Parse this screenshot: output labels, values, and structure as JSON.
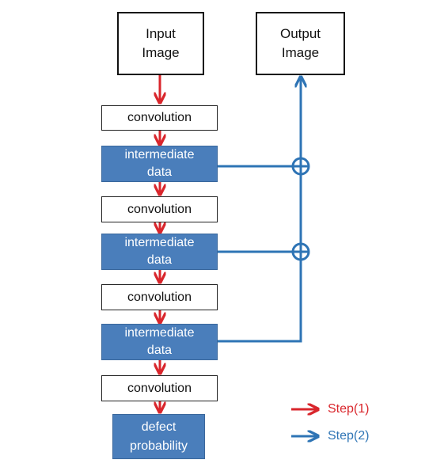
{
  "colors": {
    "step1": "#d9262c",
    "step2": "#2e74b5",
    "intermediate_fill": "#4a7ebb"
  },
  "nodes": {
    "input_image": [
      "Input",
      "Image"
    ],
    "output_image": [
      "Output",
      "Image"
    ],
    "convolution_1": "convolution",
    "intermediate_1": [
      "intermediate",
      "data"
    ],
    "convolution_2": "convolution",
    "intermediate_2": [
      "intermediate",
      "data"
    ],
    "convolution_3": "convolution",
    "intermediate_3": [
      "intermediate",
      "data"
    ],
    "convolution_4": "convolution",
    "defect_probability": [
      "defect",
      "probability"
    ]
  },
  "legend": {
    "step1_label": "Step(1)",
    "step2_label": "Step(2)"
  },
  "icons": {
    "summation": "circled-plus-icon",
    "arrow": "arrow-icon"
  }
}
